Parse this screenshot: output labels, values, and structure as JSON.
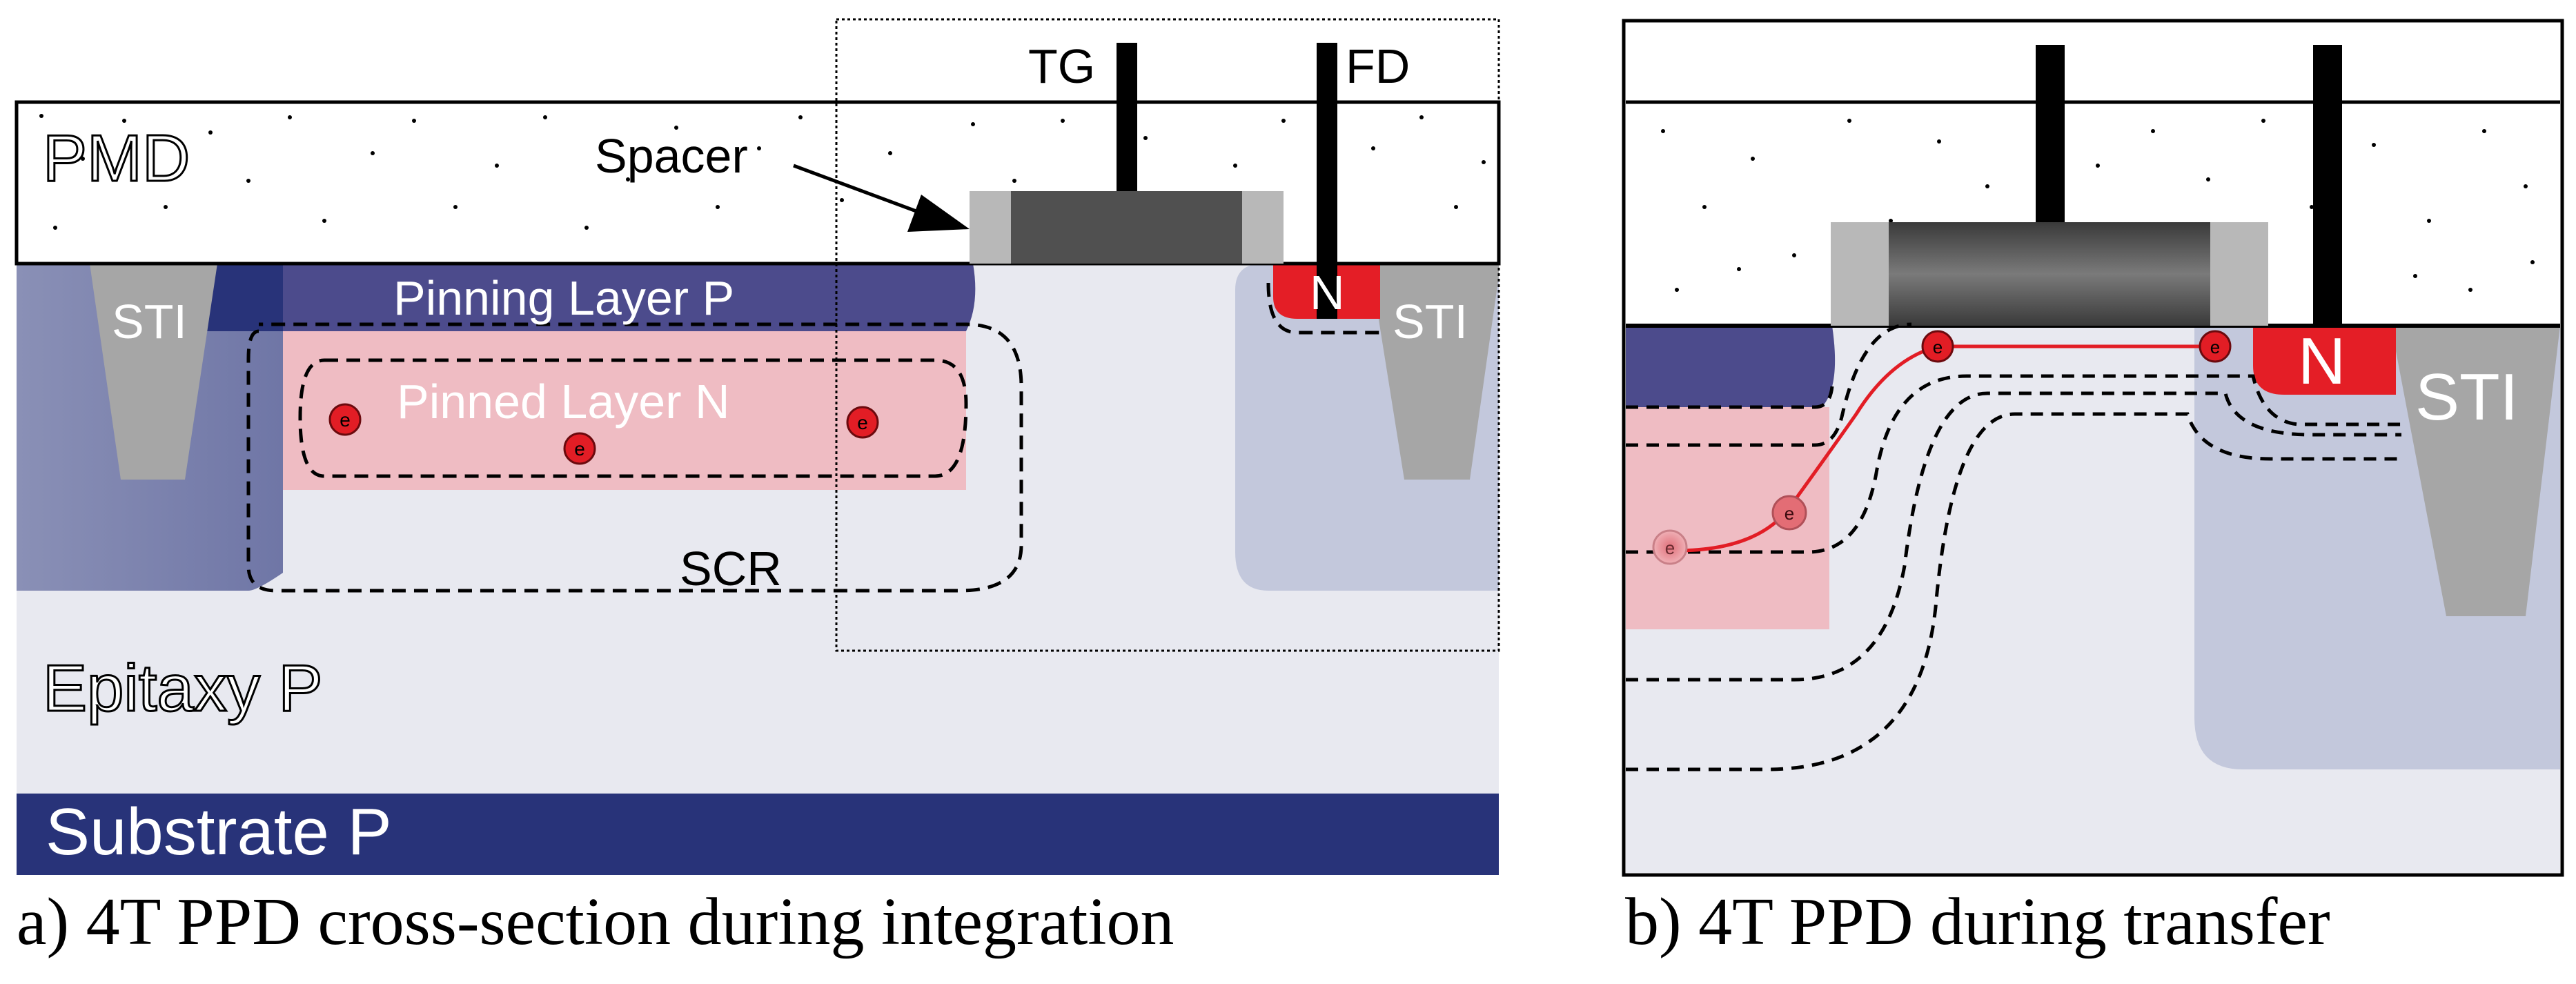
{
  "panel_a": {
    "caption": "a) 4T PPD cross-section during integration",
    "layers": {
      "pmd": "PMD",
      "epitaxy": "Epitaxy P",
      "substrate": "Substrate P",
      "pinning": "Pinning Layer P",
      "pinned": "Pinned Layer N",
      "sti_left": "STI",
      "sti_right": "STI",
      "fd_n": "N"
    },
    "terminals": {
      "tg": "TG",
      "fd": "FD"
    },
    "annotations": {
      "spacer": "Spacer",
      "scr": "SCR"
    },
    "electron": "e"
  },
  "panel_b": {
    "caption": "b) 4T PPD during transfer",
    "labels": {
      "fd_n": "N",
      "sti": "STI"
    },
    "electron": "e"
  },
  "colors": {
    "substrate": "#283379",
    "epitaxy": "#e8e9f0",
    "pinning": "#4c4b8c",
    "pinned": "#efbcc3",
    "sti_well": "#8a90b6",
    "sti_oxide": "#a6a6a6",
    "n_plus": "#e41e26",
    "gate": "#505050",
    "spacer": "#b8b8b8",
    "electron": "#e21d25"
  }
}
